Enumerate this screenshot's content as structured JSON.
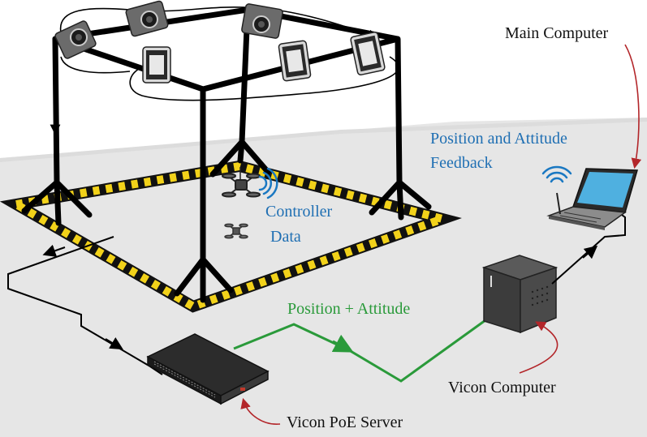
{
  "labels": {
    "main_computer": "Main Computer",
    "position_attitude_feedback_line1": "Position and Attitude",
    "position_attitude_feedback_line2": "Feedback",
    "controller_data_line1": "Controller",
    "controller_data_line2": "Data",
    "position_attitude": "Position + Attitude",
    "vicon_computer": "Vicon Computer",
    "vicon_poe_server": "Vicon PoE Server"
  },
  "colors": {
    "floor": "#e6e6e6",
    "frame": "#000000",
    "hazard_yellow": "#f2d21a",
    "blue_text": "#1f6fb3",
    "green": "#2a9a3a",
    "red_arrow": "#b3262a",
    "wireless": "#1a78c2"
  }
}
